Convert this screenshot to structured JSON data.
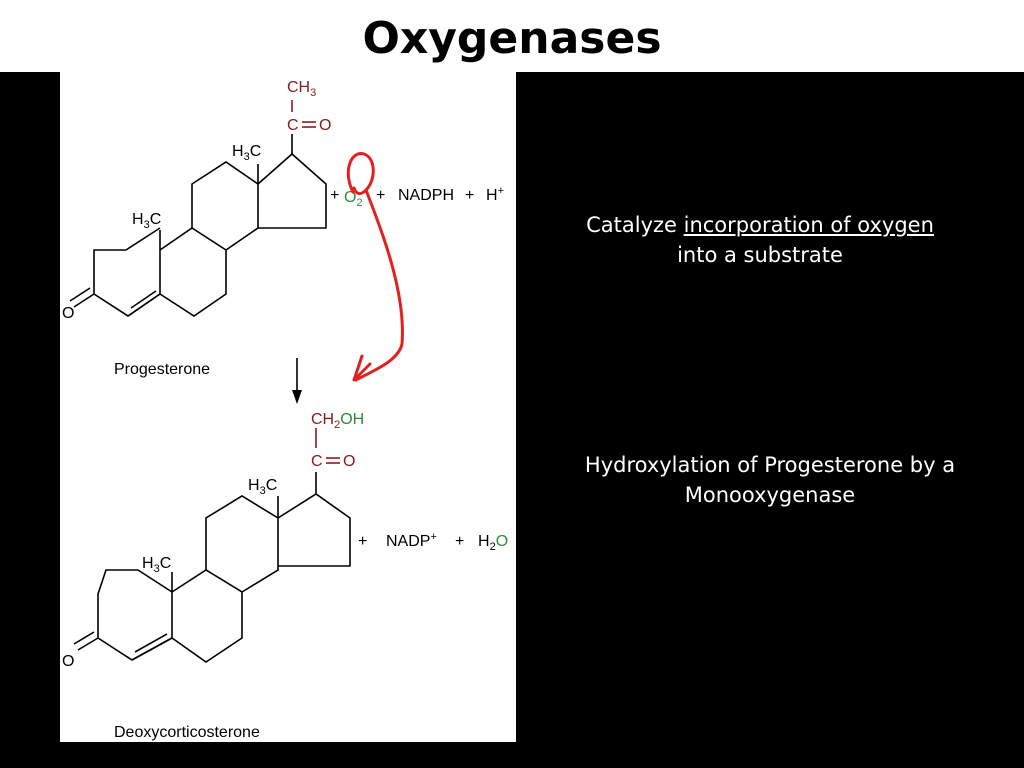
{
  "title": "Oxygenases",
  "colors": {
    "background_panel": "#000000",
    "caption_text": "#ffffff",
    "carbonyl_dark_red": "#8b1a1a",
    "oxygen_green": "#2e8b3e",
    "annotation_red": "#e32020"
  },
  "figure": {
    "progesterone": {
      "name": "Progesterone",
      "ch3_top": "CH",
      "ch3_sub": "3",
      "carbonyl_c": "C",
      "carbonyl_o": "O",
      "methyl_c13": "H",
      "methyl_c13_sub": "3",
      "methyl_c13_c": "C",
      "methyl_c10": "H",
      "methyl_c10_sub": "3",
      "methyl_c10_c": "C",
      "ketone_o": "O"
    },
    "reactants": {
      "plus1": "+",
      "o2": "O",
      "o2_sub": "2",
      "plus2": "+",
      "nadph": "NADPH",
      "plus3": "+",
      "h": "H",
      "h_sup": "+"
    },
    "deoxycorticosterone": {
      "name": "Deoxycorticosterone",
      "ch2oh_ch": "CH",
      "ch2oh_sub": "2",
      "ch2oh_oh": "OH",
      "carbonyl_c": "C",
      "carbonyl_o": "O",
      "methyl_c13": "H",
      "methyl_c13_sub": "3",
      "methyl_c13_c": "C",
      "methyl_c10": "H",
      "methyl_c10_sub": "3",
      "methyl_c10_c": "C",
      "ketone_o": "O"
    },
    "products": {
      "plus1": "+",
      "nadp": "NADP",
      "nadp_sup": "+",
      "plus2": "+",
      "h2o_h": "H",
      "h2o_sub": "2",
      "h2o_o": "O"
    }
  },
  "captions": {
    "definition_prefix": "Catalyze ",
    "definition_underlined": "incorporation of oxygen",
    "definition_suffix": "into a substrate",
    "example_line1": "Hydroxylation of Progesterone by a",
    "example_line2": "Monooxygenase"
  }
}
